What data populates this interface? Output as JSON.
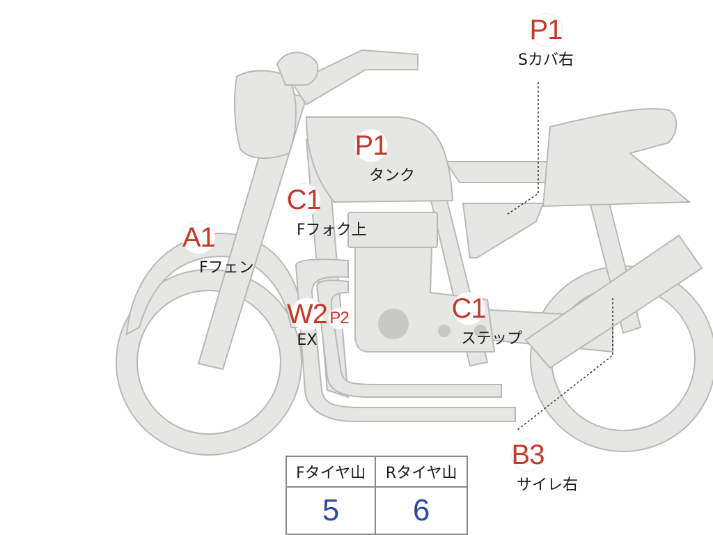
{
  "markers": {
    "p1_side": {
      "code": "P1",
      "label": "Sカバ右"
    },
    "p1_tank": {
      "code": "P1",
      "label": "タンク"
    },
    "c1_fork": {
      "code": "C1",
      "label": "Fフォク上"
    },
    "a1_fender": {
      "code": "A1",
      "label": "Fフェン"
    },
    "w2_ex": {
      "code": "W2",
      "label": "EX"
    },
    "p2": {
      "code": "P2"
    },
    "c1_step": {
      "code": "C1",
      "label": "ステップ"
    },
    "b3_muffler": {
      "code": "B3",
      "label": "サイレ右"
    }
  },
  "tire_table": {
    "front_header": "Fタイヤ山",
    "rear_header": "Rタイヤ山",
    "front_value": "5",
    "rear_value": "6"
  },
  "colors": {
    "marker_code": "#c0392b",
    "tire_value": "#2e4a9a",
    "body_fill": "#e6e6e4"
  }
}
